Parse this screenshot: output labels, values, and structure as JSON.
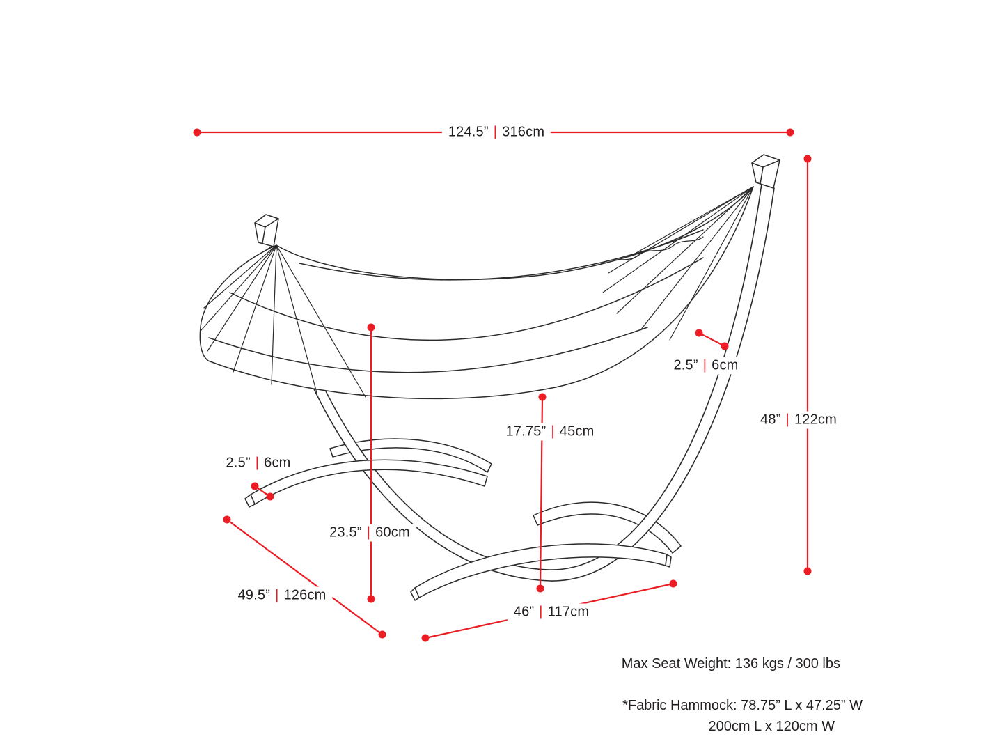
{
  "meta": {
    "background": "#ffffff",
    "accent_red": "#ec1c24",
    "ink": "#231f20",
    "drawing_stroke": "#2b2b2b"
  },
  "separator": "|",
  "dimensions": {
    "overall_width": {
      "imperial": "124.5”",
      "metric": "316cm"
    },
    "overall_height": {
      "imperial": "48”",
      "metric": "122cm"
    },
    "beam_thickness": {
      "imperial": "2.5”",
      "metric": "6cm"
    },
    "seat_height": {
      "imperial": "17.75”",
      "metric": "45cm"
    },
    "foot_thickness": {
      "imperial": "2.5”",
      "metric": "6cm"
    },
    "stand_height": {
      "imperial": "23.5”",
      "metric": "60cm"
    },
    "base_depth": {
      "imperial": "49.5”",
      "metric": "126cm"
    },
    "base_width": {
      "imperial": "46”",
      "metric": "117cm"
    }
  },
  "notes": {
    "max_seat_weight": "Max Seat Weight: 136 kgs / 300 lbs",
    "fabric_hammock_imperial": "*Fabric Hammock: 78.75” L x 47.25” W",
    "fabric_hammock_metric": "200cm L x 120cm W"
  }
}
